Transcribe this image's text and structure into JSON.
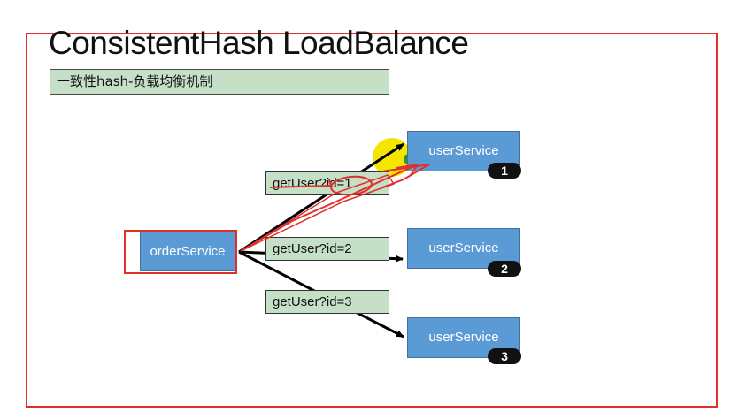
{
  "slide": {
    "title": "ConsistentHash LoadBalance",
    "subtitle": "一致性hash-负载均衡机制"
  },
  "consumer": {
    "label": "orderService"
  },
  "providers": [
    {
      "label": "userService",
      "badge": "1"
    },
    {
      "label": "userService",
      "badge": "2"
    },
    {
      "label": "userService",
      "badge": "3"
    }
  ],
  "requests": [
    {
      "label": "getUser?id=1"
    },
    {
      "label": "getUser?id=2"
    },
    {
      "label": "getUser?id=3"
    }
  ],
  "colors": {
    "frame": "#e0302a",
    "service_fill": "#5b9bd5",
    "label_fill": "#c6e0c8",
    "annotation": "#e0302a",
    "cursor_highlight": "#f5e600"
  }
}
